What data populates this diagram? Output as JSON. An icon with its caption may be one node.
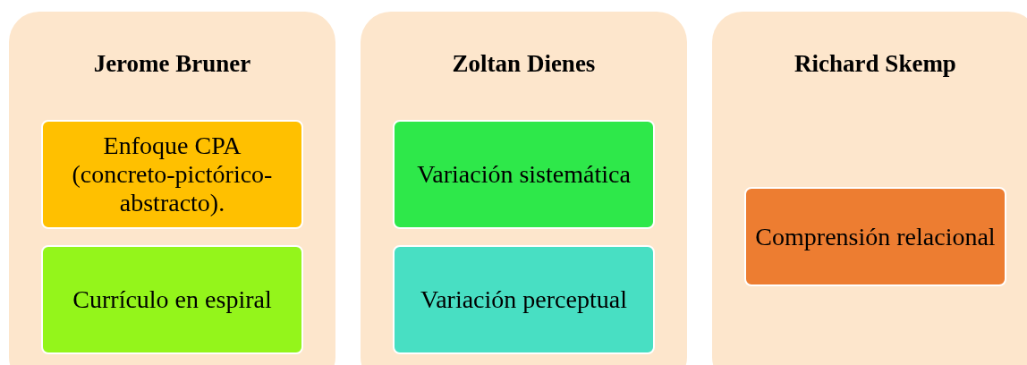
{
  "diagram": {
    "nodes": [
      {
        "text": [
          "Jerome Bruner"
        ]
      },
      {
        "text": [
          "Enfoque CPA (concreto-pictórico-abstracto)."
        ],
        "in": 0
      },
      {
        "text": [
          "Currículo en espiral"
        ],
        "in": 0
      },
      {
        "text": [
          "Zoltan Dienes"
        ]
      },
      {
        "text": [
          "Variación sistemática"
        ],
        "in": 3
      },
      {
        "text": [
          "Variación perceptual"
        ],
        "in": 3
      },
      {
        "text": [
          "Richard Skemp"
        ]
      },
      {
        "text": [
          "Comprensión relacional"
        ],
        "in": 6
      }
    ]
  }
}
